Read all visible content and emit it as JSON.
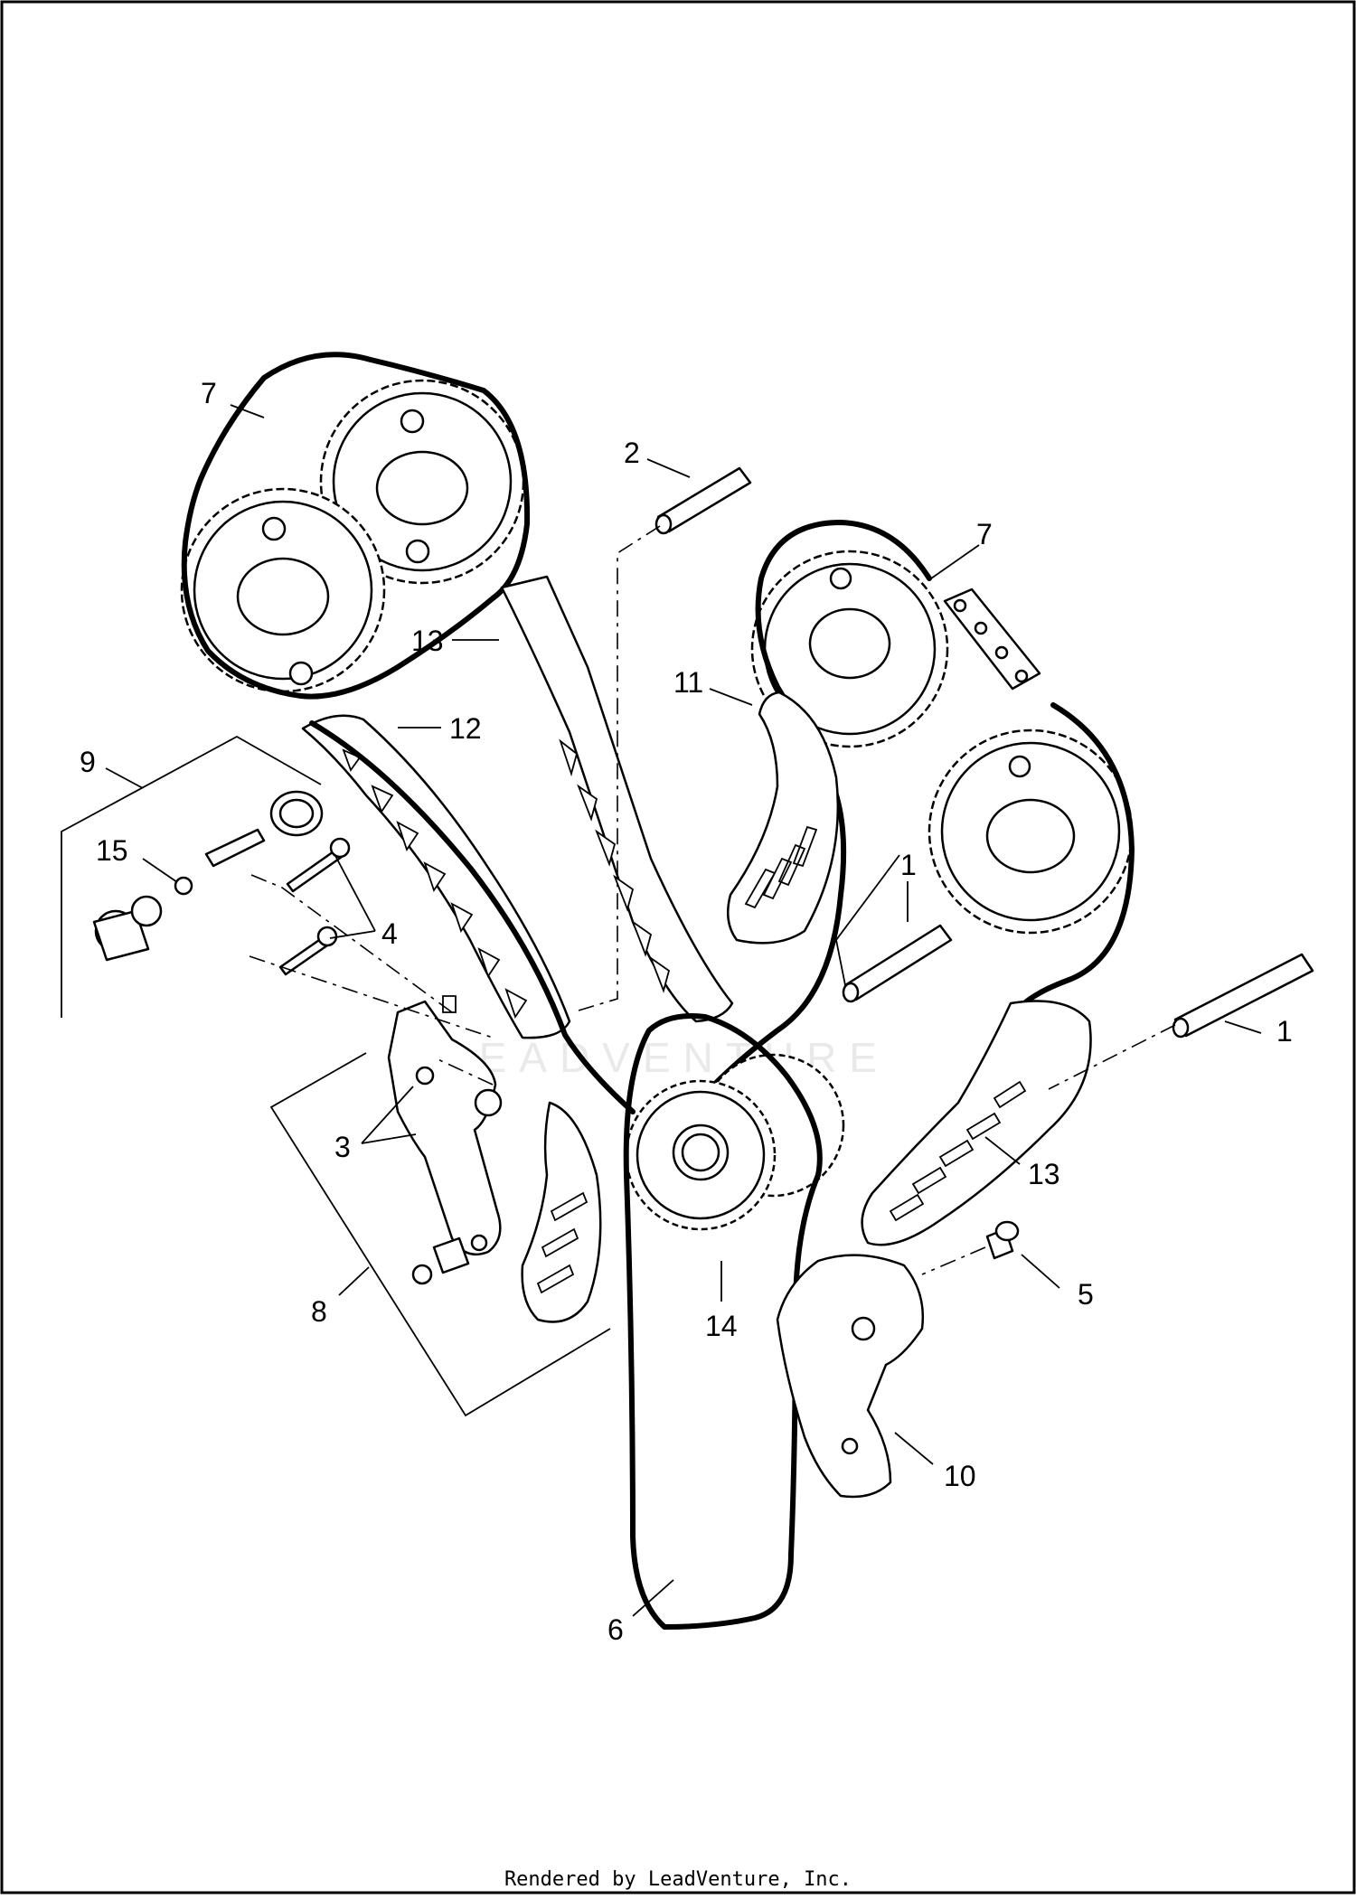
{
  "diagram": {
    "callouts": [
      {
        "id": "c7a",
        "label": "7"
      },
      {
        "id": "c2",
        "label": "2"
      },
      {
        "id": "c7b",
        "label": "7"
      },
      {
        "id": "c13a",
        "label": "13"
      },
      {
        "id": "c11",
        "label": "11"
      },
      {
        "id": "c12",
        "label": "12"
      },
      {
        "id": "c9",
        "label": "9"
      },
      {
        "id": "c15",
        "label": "15"
      },
      {
        "id": "c4",
        "label": "4"
      },
      {
        "id": "c1a",
        "label": "1"
      },
      {
        "id": "c1b",
        "label": "1"
      },
      {
        "id": "c3",
        "label": "3"
      },
      {
        "id": "c13b",
        "label": "13"
      },
      {
        "id": "c5",
        "label": "5"
      },
      {
        "id": "c8",
        "label": "8"
      },
      {
        "id": "c14",
        "label": "14"
      },
      {
        "id": "c10",
        "label": "10"
      },
      {
        "id": "c6",
        "label": "6"
      }
    ],
    "watermark": "LEADVENTURE",
    "footer": "Rendered by LeadVenture, Inc."
  }
}
